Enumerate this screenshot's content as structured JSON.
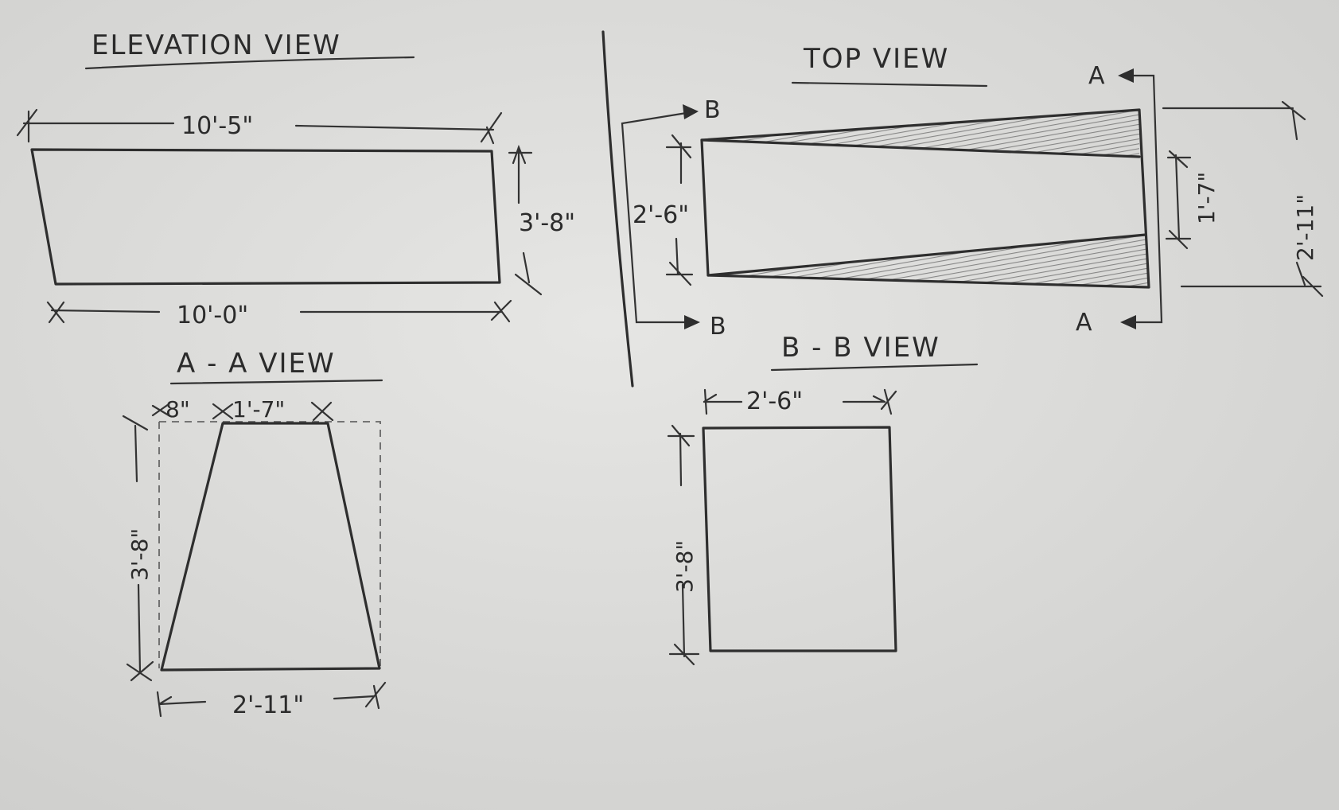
{
  "elevation": {
    "title": "ELEVATION VIEW",
    "top_length": "10'-5\"",
    "bottom_length": "10'-0\"",
    "height": "3'-8\""
  },
  "top_view": {
    "title": "TOP VIEW",
    "left_width": "2'-6\"",
    "inner_width": "1'-7\"",
    "right_width": "2'-11\"",
    "section_a_top": "A",
    "section_a_bottom": "A",
    "section_b_top": "B",
    "section_b_bottom": "B"
  },
  "aa_view": {
    "title": "A - A VIEW",
    "top_offset": "8\"",
    "top_width": "1'-7\"",
    "height": "3'-8\"",
    "bottom_width": "2'-11\""
  },
  "bb_view": {
    "title": "B - B VIEW",
    "width": "2'-6\"",
    "height": "3'-8\""
  },
  "colors": {
    "paper": "#d9d9d7",
    "pencil": "#2e2e2e",
    "hatch": "#6a6a6a"
  }
}
